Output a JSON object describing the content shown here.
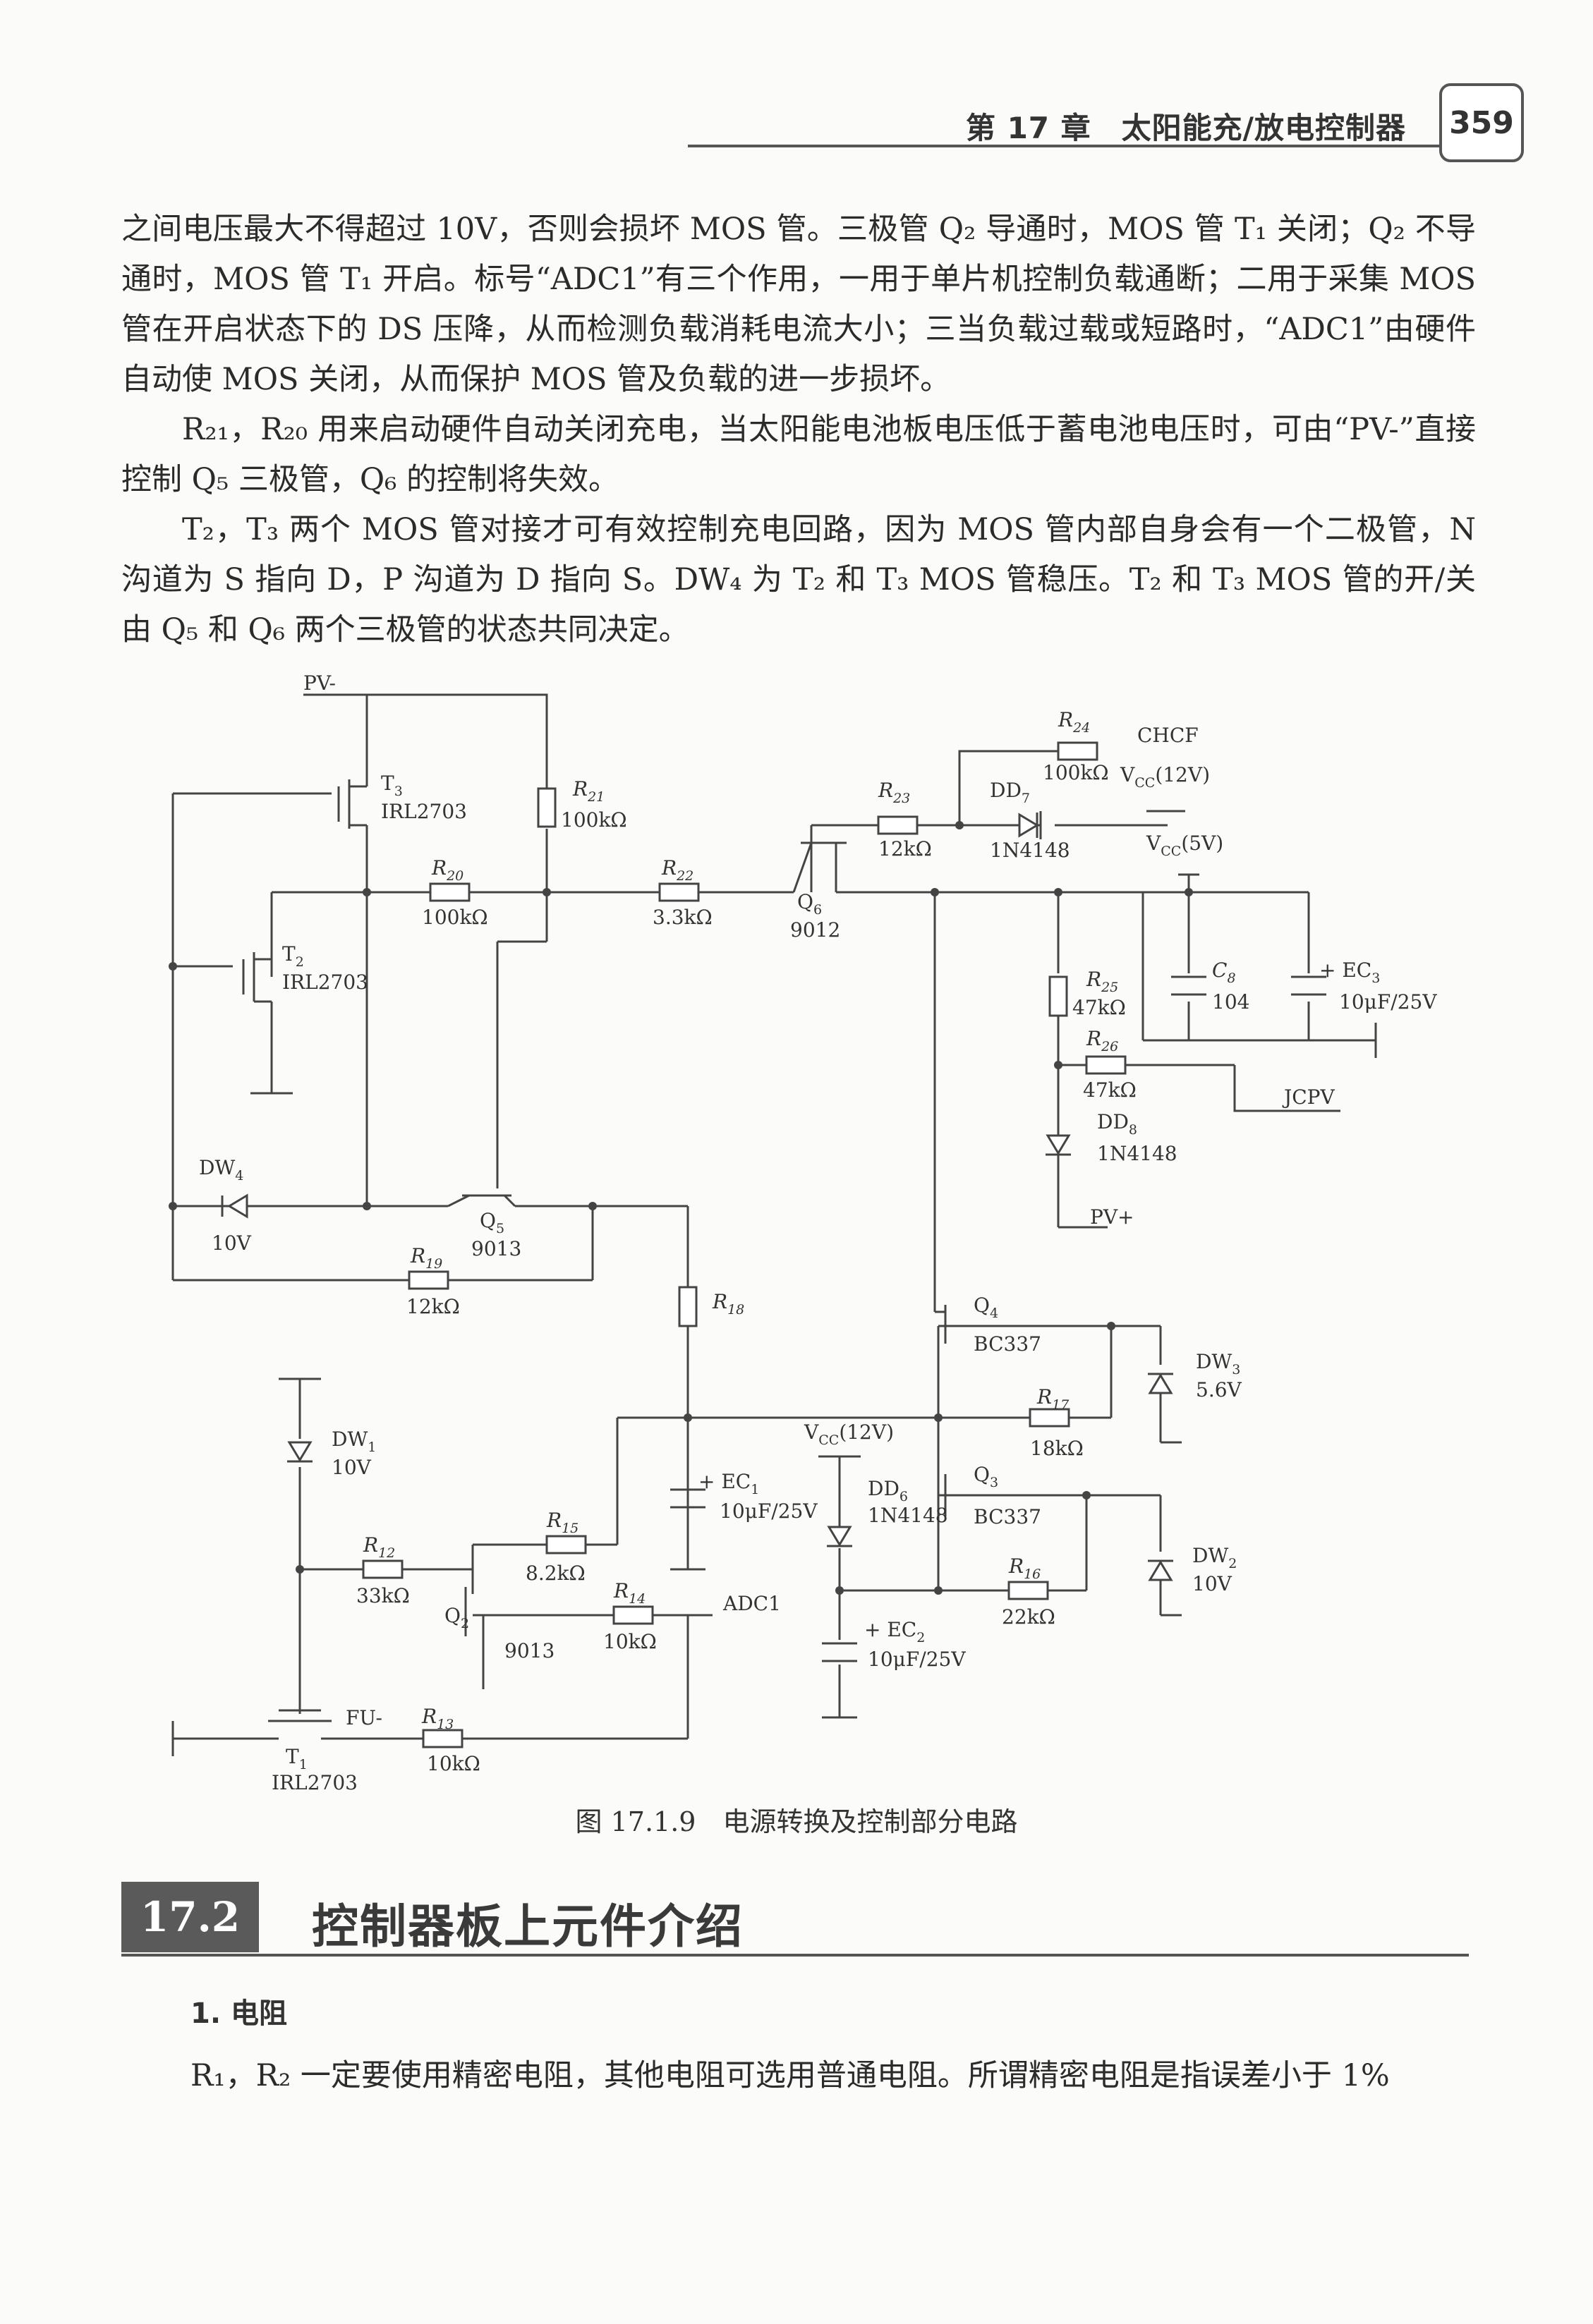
{
  "header": {
    "chapter_title": "第 17 章　太阳能充/放电控制器",
    "page_number": "359"
  },
  "paragraphs": [
    "之间电压最大不得超过 10V，否则会损坏 MOS 管。三极管 Q₂ 导通时，MOS 管 T₁ 关闭；Q₂ 不导通时，MOS 管 T₁ 开启。标号“ADC1”有三个作用，一用于单片机控制负载通断；二用于采集 MOS 管在开启状态下的 DS 压降，从而检测负载消耗电流大小；三当负载过载或短路时，“ADC1”由硬件自动使 MOS 关闭，从而保护 MOS 管及负载的进一步损坏。",
    "R₂₁，R₂₀ 用来启动硬件自动关闭充电，当太阳能电池板电压低于蓄电池电压时，可由“PV-”直接控制 Q₅ 三极管，Q₆ 的控制将失效。",
    "T₂，T₃ 两个 MOS 管对接才可有效控制充电回路，因为 MOS 管内部自身会有一个二极管，N 沟道为 S 指向 D，P 沟道为 D 指向 S。DW₄ 为 T₂ 和 T₃ MOS 管稳压。T₂ 和 T₃ MOS 管的开/关由 Q₅ 和 Q₆ 两个三极管的状态共同决定。"
  ],
  "figure": {
    "caption": "图 17.1.9　电源转换及控制部分电路",
    "labels": {
      "pv_minus": "PV-",
      "t3": "T",
      "t3_sub": "3",
      "t3_part": "IRL2703",
      "r21": "R",
      "r21_sub": "21",
      "r21_val": "100kΩ",
      "r24": "R",
      "r24_sub": "24",
      "r24_val": "100kΩ",
      "chcf": "CHCF",
      "vcc12_a": "V",
      "vcc12_a_sub": "CC",
      "vcc12_a_val": "(12V)",
      "r23": "R",
      "r23_sub": "23",
      "r23_val": "12kΩ",
      "dd7": "DD",
      "dd7_sub": "7",
      "dd7_part": "1N4148",
      "vcc5": "V",
      "vcc5_sub": "CC",
      "vcc5_val": "(5V)",
      "r20": "R",
      "r20_sub": "20",
      "r20_val": "100kΩ",
      "r22": "R",
      "r22_sub": "22",
      "r22_val": "3.3kΩ",
      "q6": "Q",
      "q6_sub": "6",
      "q6_part": "9012",
      "t2": "T",
      "t2_sub": "2",
      "t2_part": "IRL2703",
      "r25": "R",
      "r25_sub": "25",
      "r25_val": "47kΩ",
      "c8": "C",
      "c8_sub": "8",
      "c8_val": "104",
      "ec3": "+ EC",
      "ec3_sub": "3",
      "ec3_val": "10μF/25V",
      "r26": "R",
      "r26_sub": "26",
      "r26_val": "47kΩ",
      "jcpv": "JCPV",
      "dd8": "DD",
      "dd8_sub": "8",
      "dd8_part": "1N4148",
      "pv_plus": "PV+",
      "dw4": "DW",
      "dw4_sub": "4",
      "dw4_val": "10V",
      "q5": "Q",
      "q5_sub": "5",
      "q5_part": "9013",
      "r19": "R",
      "r19_sub": "19",
      "r19_val": "12kΩ",
      "r18": "R",
      "r18_sub": "18",
      "q4": "Q",
      "q4_sub": "4",
      "q4_part": "BC337",
      "dw3": "DW",
      "dw3_sub": "3",
      "dw3_val": "5.6V",
      "r17": "R",
      "r17_sub": "17",
      "r17_val": "18kΩ",
      "dw1": "DW",
      "dw1_sub": "1",
      "dw1_val": "10V",
      "vcc12_b": "V",
      "vcc12_b_sub": "CC",
      "vcc12_b_val": "(12V)",
      "ec1": "+ EC",
      "ec1_sub": "1",
      "ec1_val": "10μF/25V",
      "dd6": "DD",
      "dd6_sub": "6",
      "dd6_part": "1N4148",
      "q3": "Q",
      "q3_sub": "3",
      "q3_part": "BC337",
      "dw2": "DW",
      "dw2_sub": "2",
      "dw2_val": "10V",
      "r15": "R",
      "r15_sub": "15",
      "r15_val": "8.2kΩ",
      "r12": "R",
      "r12_sub": "12",
      "r12_val": "33kΩ",
      "r16": "R",
      "r16_sub": "16",
      "r16_val": "22kΩ",
      "r14": "R",
      "r14_sub": "14",
      "r14_val": "10kΩ",
      "adc1": "ADC1",
      "q2": "Q",
      "q2_sub": "2",
      "q2_part": "9013",
      "ec2": "+ EC",
      "ec2_sub": "2",
      "ec2_val": "10μF/25V",
      "fu_minus": "FU-",
      "r13": "R",
      "r13_sub": "13",
      "r13_val": "10kΩ",
      "t1": "T",
      "t1_sub": "1",
      "t1_part": "IRL2703"
    }
  },
  "section": {
    "number": "17.2",
    "title": "控制器板上元件介绍"
  },
  "subheading": "1. 电阻",
  "last_line": "R₁，R₂ 一定要使用精密电阻，其他电阻可选用普通电阻。所谓精密电阻是指误差小于 1%"
}
